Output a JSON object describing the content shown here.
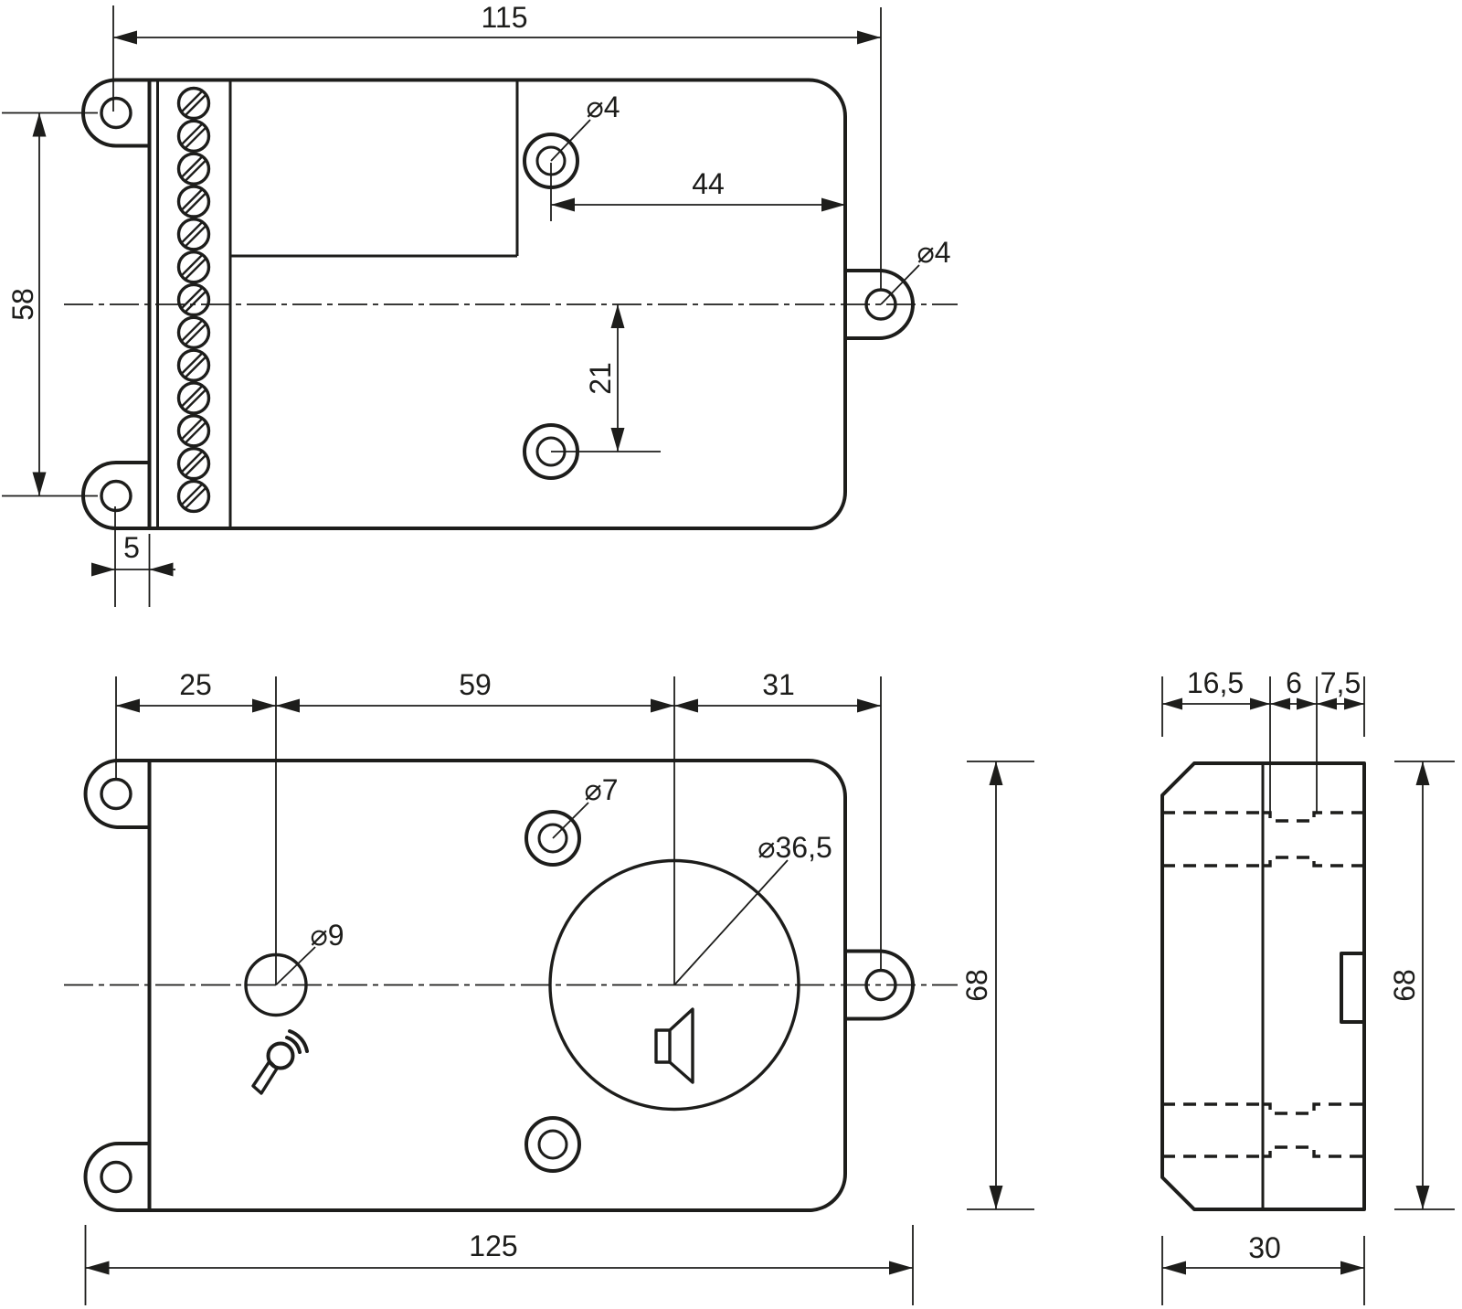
{
  "colors": {
    "line": "#1d1d1b",
    "background": "#ffffff"
  },
  "views": {
    "rear": {
      "terminal_count": 13,
      "dims": {
        "overall_width": "115",
        "ear_hole_spacing": "58",
        "hole_to_right_edge": "44",
        "hole_below_center": "21",
        "ear_hole_to_body": "5",
        "screw_hole_dia": "⌀4",
        "tab_hole_dia": "⌀4"
      }
    },
    "front": {
      "dims": {
        "left_tab_to_mic": "25",
        "mic_to_speaker": "59",
        "speaker_to_right_tab": "31",
        "overall_width": "125",
        "body_height": "68",
        "screw_hole_dia": "⌀7",
        "mic_hole_dia": "⌀9",
        "speaker_opening_dia": "⌀36,5"
      }
    },
    "side": {
      "dims": {
        "front_depth": "16,5",
        "middle_depth": "6",
        "rear_depth": "7,5",
        "body_height": "68",
        "overall_depth": "30"
      }
    }
  }
}
